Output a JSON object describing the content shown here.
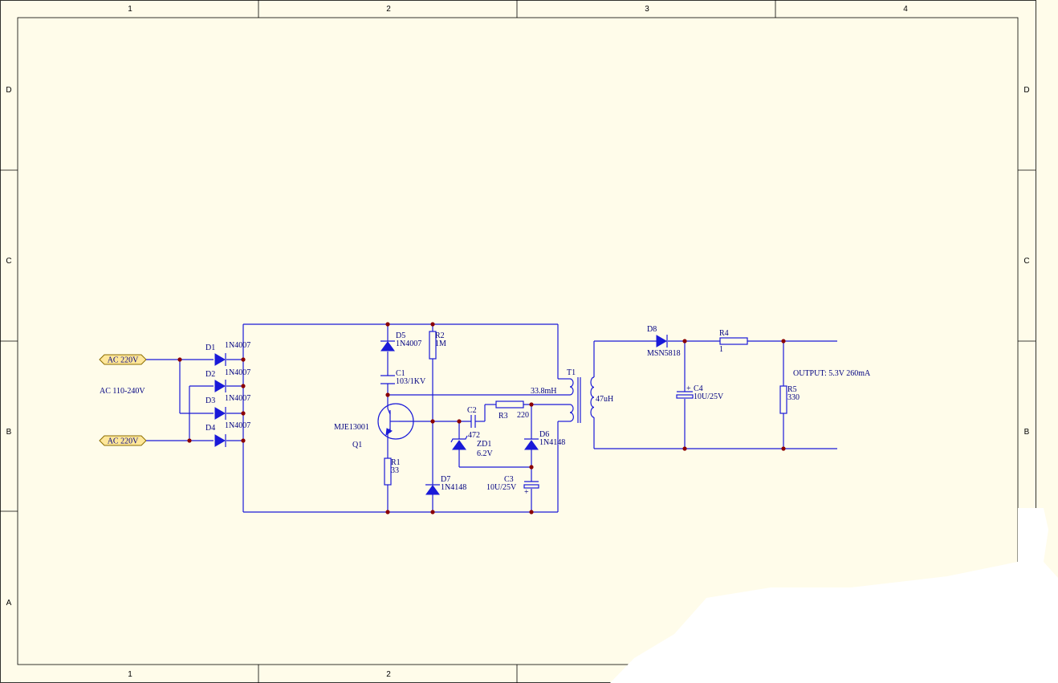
{
  "border": {
    "columns_top": [
      "1",
      "2",
      "3",
      "4"
    ],
    "columns_bottom": [
      "1",
      "2"
    ],
    "rows_left": [
      "D",
      "C",
      "B",
      "A"
    ],
    "rows_right": [
      "D",
      "C",
      "B"
    ]
  },
  "ports": {
    "ac_top": "AC 220V",
    "ac_bottom": "AC 220V"
  },
  "input_note": "AC 110-240V",
  "output_note": "OUTPUT: 5.3V 260mA",
  "components": {
    "D1": {
      "ref": "D1",
      "value": "1N4007"
    },
    "D2": {
      "ref": "D2",
      "value": "1N4007"
    },
    "D3": {
      "ref": "D3",
      "value": "1N4007"
    },
    "D4": {
      "ref": "D4",
      "value": "1N4007"
    },
    "D5": {
      "ref": "D5",
      "value": "1N4007"
    },
    "D6": {
      "ref": "D6",
      "value": "1N4148"
    },
    "D7": {
      "ref": "D7",
      "value": "1N4148"
    },
    "D8": {
      "ref": "D8",
      "value": "MSN5818"
    },
    "R1": {
      "ref": "R1",
      "value": "33"
    },
    "R2": {
      "ref": "R2",
      "value": "1M"
    },
    "R3": {
      "ref": "R3",
      "value": "220"
    },
    "R4": {
      "ref": "R4",
      "value": "1"
    },
    "R5": {
      "ref": "R5",
      "value": "330"
    },
    "C1": {
      "ref": "C1",
      "value": "103/1KV"
    },
    "C2": {
      "ref": "C2",
      "value": "472"
    },
    "C3": {
      "ref": "C3",
      "value": "10U/25V"
    },
    "C4": {
      "ref": "C4",
      "value": "10U/25V"
    },
    "ZD1": {
      "ref": "ZD1",
      "value": "6.2V"
    },
    "Q1": {
      "ref": "Q1",
      "value": "MJE13001"
    },
    "T1": {
      "ref": "T1",
      "primary": "33.8mH",
      "secondary": "47uH"
    }
  },
  "colors": {
    "wire": "#1a1ad8",
    "junction": "#8b0000",
    "sheet": "#fffcea",
    "port_fill": "#ffe79a"
  }
}
